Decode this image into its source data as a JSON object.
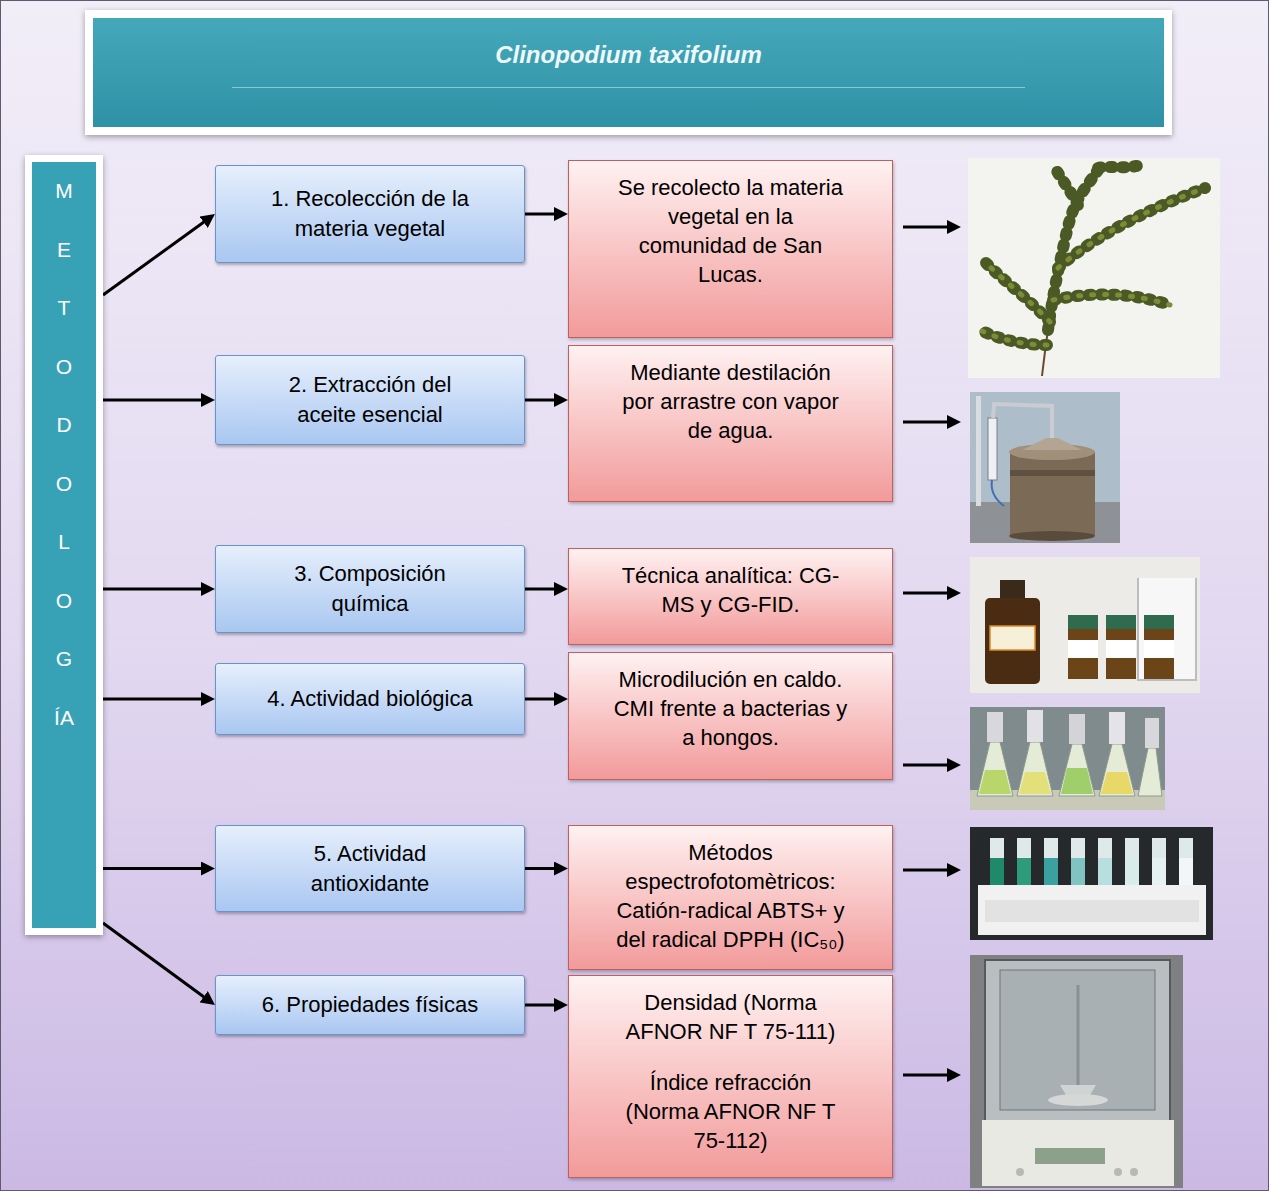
{
  "diagram": {
    "title": "Clinopodium taxifolium",
    "nodes": [
      {
        "text": [
          "METODOLOGÍA"
        ]
      },
      {
        "text": [
          "1. Recolección de la materia vegetal"
        ]
      },
      {
        "text": [
          "Se recolecto la materia vegetal en la comunidad de San Lucas."
        ]
      },
      {
        "text": [
          "2. Extracción del aceite esencial"
        ]
      },
      {
        "text": [
          "Mediante destilación por arrastre con vapor de agua."
        ]
      },
      {
        "text": [
          "3. Composición química"
        ]
      },
      {
        "text": [
          "Técnica analítica: CG-MS y CG-FID."
        ]
      },
      {
        "text": [
          "4. Actividad biológica"
        ]
      },
      {
        "text": [
          "Microdilución en caldo. CMI frente a bacterias y a hongos."
        ]
      },
      {
        "text": [
          "5. Actividad antioxidante"
        ]
      },
      {
        "text": [
          "Métodos espectrofotomètricos: Catión-radical ABTS+ y del radical DPPH (IC₅₀)"
        ]
      },
      {
        "text": [
          "6. Propiedades físicas"
        ]
      },
      {
        "text": [
          "Densidad (Norma AFNOR NF T 75-111)",
          "Índice refracción (Norma AFNOR NF T 75-112)"
        ]
      }
    ],
    "edges": [
      {
        "from": 0,
        "to": 1,
        "arrow": "to"
      },
      {
        "from": 0,
        "to": 3,
        "arrow": "to"
      },
      {
        "from": 0,
        "to": 5,
        "arrow": "to"
      },
      {
        "from": 0,
        "to": 7,
        "arrow": "to"
      },
      {
        "from": 0,
        "to": 9,
        "arrow": "to"
      },
      {
        "from": 0,
        "to": 11,
        "arrow": "to"
      },
      {
        "from": 1,
        "to": 2,
        "arrow": "to"
      },
      {
        "from": 3,
        "to": 4,
        "arrow": "to"
      },
      {
        "from": 5,
        "to": 6,
        "arrow": "to"
      },
      {
        "from": 7,
        "to": 8,
        "arrow": "to"
      },
      {
        "from": 9,
        "to": 10,
        "arrow": "to"
      },
      {
        "from": 11,
        "to": 12,
        "arrow": "to"
      }
    ]
  }
}
